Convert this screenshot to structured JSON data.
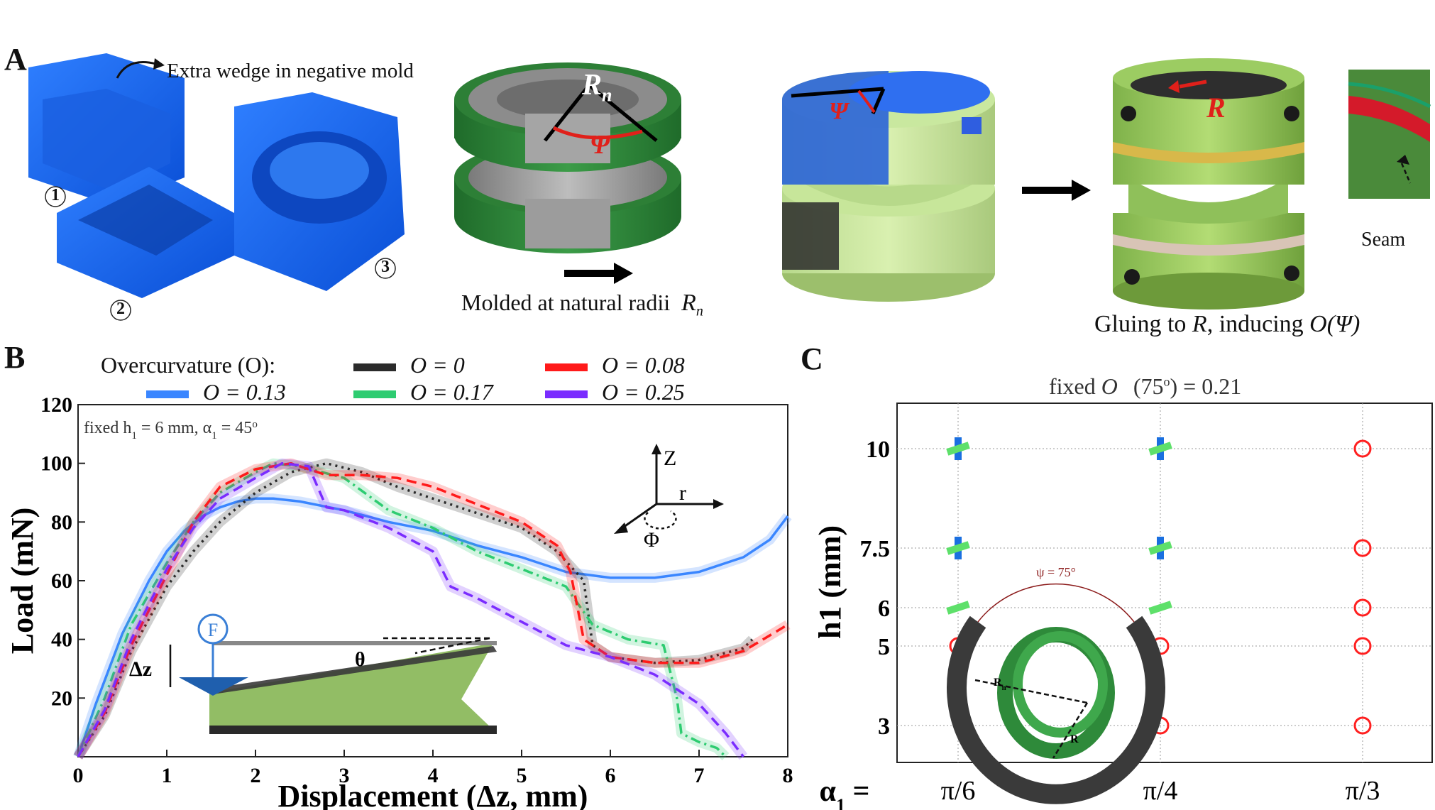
{
  "panel_a": {
    "letter": "A",
    "mold_annotation": "Extra wedge in negative mold",
    "mold_numbers": [
      "1",
      "2",
      "3"
    ],
    "rn_symbol": "R",
    "rn_subscript": "n",
    "psi_symbol": "Ψ",
    "molded_caption": "Molded at natural radii",
    "molded_caption_symbol": "R",
    "molded_caption_sub": "n",
    "r_symbol": "R",
    "seam_label": "Seam",
    "gluing_caption_prefix": "Gluing to",
    "gluing_caption_symbol": "R",
    "gluing_caption_mid": ", inducing",
    "gluing_caption_func": "O(Ψ)"
  },
  "panel_b": {
    "letter": "B",
    "legend_title": "Overcurvature (O):",
    "legend": [
      {
        "label": "O = 0.13",
        "color": "#3a86ff"
      },
      {
        "label": "O = 0",
        "color": "#2b2b2b"
      },
      {
        "label": "O = 0.17",
        "color": "#2ecc71"
      },
      {
        "label": "O = 0.08",
        "color": "#ff1a1a"
      },
      {
        "label": "O = 0.25",
        "color": "#7a2cff"
      }
    ],
    "fixed_note": "fixed h",
    "fixed_note_sub": "1",
    "fixed_note_mid": " = 6 mm, α",
    "fixed_note_sub2": "1",
    "fixed_note_end": " = 45",
    "fixed_note_sup": "o",
    "axis_z": "Z",
    "axis_r": "r",
    "axis_phi": "Φ",
    "inset_force": "F",
    "inset_dz": "Δz",
    "inset_theta": "θ"
  },
  "panel_c": {
    "letter": "C",
    "title_prefix": "fixed",
    "title_symbol": "O",
    "title_suffix": "(75",
    "title_sup": "o",
    "title_end": ") = 0.21",
    "alpha_label": "α",
    "alpha_sub": "1",
    "alpha_eq": " =",
    "inset_psi": "ψ = 75°",
    "inset_rn": "R",
    "inset_rn_sub": "n",
    "inset_r": "R"
  },
  "chart_data": [
    {
      "type": "line",
      "title": "",
      "xlabel": "Displacement (Δz, mm)",
      "ylabel": "Load (mN)",
      "xlim": [
        0,
        8
      ],
      "ylim": [
        0,
        120
      ],
      "xticks": [
        0,
        1,
        2,
        3,
        4,
        5,
        6,
        7,
        8
      ],
      "yticks": [
        20,
        40,
        60,
        80,
        100,
        120
      ],
      "grid": false,
      "legend_position": "top",
      "series": [
        {
          "name": "O = 0.13",
          "color": "#3a86ff",
          "dash": "solid",
          "x": [
            0,
            0.2,
            0.5,
            0.8,
            1.0,
            1.2,
            1.4,
            1.6,
            1.8,
            2.0,
            2.2,
            2.5,
            3.0,
            3.5,
            4.0,
            4.5,
            5.0,
            5.5,
            6.0,
            6.5,
            7.0,
            7.5,
            7.8,
            8.0
          ],
          "y": [
            0,
            18,
            42,
            60,
            70,
            77,
            82,
            85,
            87,
            88,
            88,
            87,
            84,
            80,
            77,
            72,
            68,
            63,
            61,
            61,
            63,
            68,
            74,
            82
          ]
        },
        {
          "name": "O = 0",
          "color": "#2b2b2b",
          "dash": "dotted",
          "x": [
            0,
            0.3,
            0.6,
            1.0,
            1.3,
            1.6,
            2.0,
            2.4,
            2.8,
            3.2,
            3.6,
            4.0,
            4.5,
            5.0,
            5.4,
            5.7,
            5.8,
            6.0,
            6.5,
            7.0,
            7.5,
            7.6
          ],
          "y": [
            0,
            14,
            36,
            58,
            70,
            80,
            90,
            97,
            100,
            97,
            92,
            88,
            83,
            78,
            70,
            60,
            38,
            34,
            32,
            33,
            37,
            40
          ]
        },
        {
          "name": "O = 0.17",
          "color": "#2ecc71",
          "dash": "dash-dot",
          "x": [
            0,
            0.3,
            0.6,
            1.0,
            1.3,
            1.6,
            2.0,
            2.2,
            2.5,
            3.0,
            3.5,
            4.0,
            4.5,
            5.0,
            5.5,
            5.8,
            6.2,
            6.6,
            6.75,
            6.8,
            7.0,
            7.2,
            7.3
          ],
          "y": [
            0,
            20,
            45,
            66,
            80,
            90,
            97,
            100,
            99,
            95,
            84,
            78,
            70,
            64,
            58,
            45,
            40,
            38,
            20,
            8,
            5,
            3,
            0
          ]
        },
        {
          "name": "O = 0.08",
          "color": "#ff1a1a",
          "dash": "dashed",
          "x": [
            0,
            0.3,
            0.6,
            1.0,
            1.3,
            1.6,
            2.0,
            2.4,
            2.8,
            3.2,
            3.6,
            4.0,
            4.5,
            5.0,
            5.4,
            5.55,
            5.7,
            6.0,
            6.5,
            7.0,
            7.5,
            8.0
          ],
          "y": [
            0,
            15,
            38,
            62,
            80,
            92,
            98,
            100,
            96,
            96,
            95,
            92,
            86,
            80,
            72,
            63,
            40,
            34,
            32,
            32,
            36,
            45
          ]
        },
        {
          "name": "O = 0.25",
          "color": "#7a2cff",
          "dash": "dashed",
          "x": [
            0,
            0.3,
            0.6,
            1.0,
            1.3,
            1.6,
            2.0,
            2.3,
            2.6,
            2.8,
            3.0,
            3.5,
            4.0,
            4.2,
            4.5,
            5.0,
            5.5,
            6.0,
            6.5,
            7.0,
            7.3,
            7.5
          ],
          "y": [
            0,
            16,
            40,
            64,
            78,
            88,
            95,
            100,
            99,
            85,
            84,
            78,
            70,
            58,
            54,
            46,
            38,
            34,
            28,
            18,
            8,
            0
          ]
        }
      ]
    },
    {
      "type": "scatter",
      "title": "fixed O (75°) = 0.21",
      "xlabel": "α1",
      "ylabel": "h1 (mm)",
      "x_categories": [
        "π/6",
        "π/4",
        "π/3"
      ],
      "yticks": [
        3,
        5,
        6,
        7.5,
        10
      ],
      "grid": true,
      "points": [
        {
          "x": "π/6",
          "y": 10,
          "marker": "blue+green-bar"
        },
        {
          "x": "π/4",
          "y": 10,
          "marker": "blue+green-bar"
        },
        {
          "x": "π/3",
          "y": 10,
          "marker": "red-circle"
        },
        {
          "x": "π/6",
          "y": 7.5,
          "marker": "blue+green-bar"
        },
        {
          "x": "π/4",
          "y": 7.5,
          "marker": "blue+green-bar"
        },
        {
          "x": "π/3",
          "y": 7.5,
          "marker": "red-circle"
        },
        {
          "x": "π/6",
          "y": 6,
          "marker": "green-bar"
        },
        {
          "x": "π/4",
          "y": 6,
          "marker": "green-bar"
        },
        {
          "x": "π/3",
          "y": 6,
          "marker": "red-circle"
        },
        {
          "x": "π/6",
          "y": 5,
          "marker": "red-circle"
        },
        {
          "x": "π/4",
          "y": 5,
          "marker": "red-circle"
        },
        {
          "x": "π/3",
          "y": 5,
          "marker": "red-circle"
        },
        {
          "x": "π/4",
          "y": 3,
          "marker": "red-circle"
        },
        {
          "x": "π/3",
          "y": 3,
          "marker": "red-circle"
        }
      ]
    }
  ]
}
